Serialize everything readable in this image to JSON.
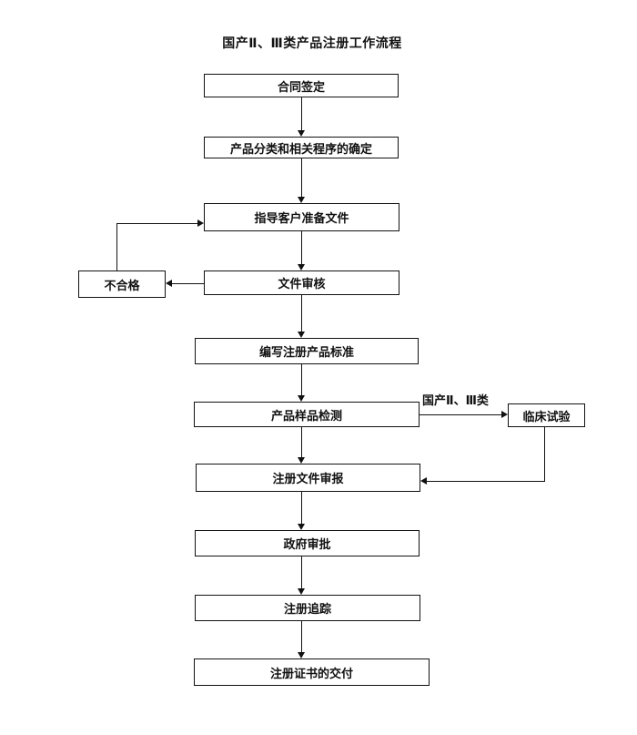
{
  "flowchart": {
    "title": "国产Ⅱ、Ⅲ类产品注册工作流程",
    "nodes": {
      "contract": "合同签定",
      "classification": "产品分类和相关程序的确定",
      "guide_docs": "指导客户准备文件",
      "doc_review": "文件审核",
      "rejected": "不合格",
      "standards": "编写注册产品标准",
      "sample_testing": "产品样品检测",
      "clinical_trial": "临床试验",
      "submission": "注册文件审报",
      "gov_approval": "政府审批",
      "tracking": "注册追踪",
      "certificate": "注册证书的交付"
    },
    "edge_labels": {
      "sample_to_clinical": "国产Ⅱ、Ⅲ类"
    },
    "colors": {
      "background": "#ffffff",
      "line": "#111111",
      "box_border": "#111111",
      "text": "#111111"
    }
  }
}
